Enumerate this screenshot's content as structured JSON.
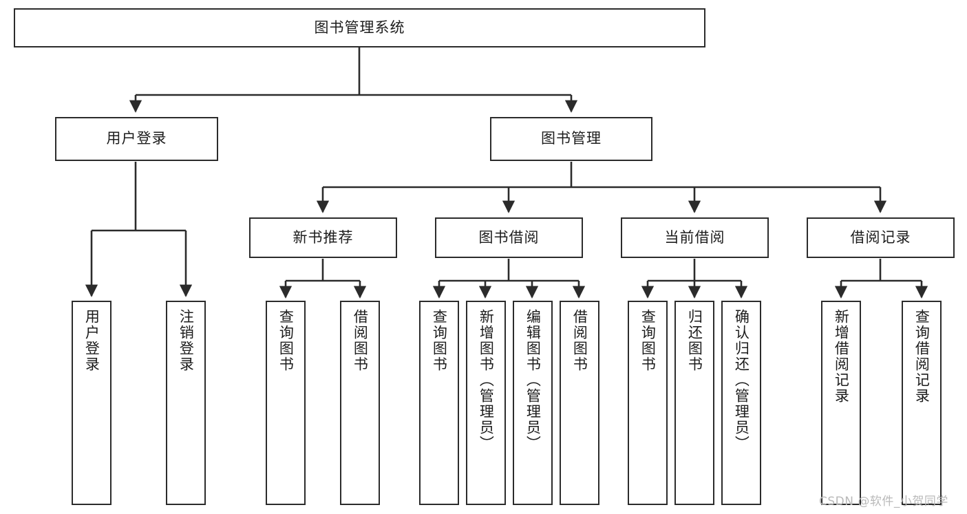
{
  "diagram": {
    "title": "图书管理系统",
    "type": "tree-structure-chart",
    "watermark": "CSDN @软件_小贺同学",
    "colors": {
      "box_border": "#2b2b2b",
      "box_fill": "#ffffff",
      "connector": "#2b2b2b",
      "text": "#1c1c1c",
      "background": "#ffffff",
      "watermark": "#b9b9b9"
    },
    "nodes": {
      "root": {
        "label": "图书管理系统"
      },
      "level2": [
        {
          "label": "用户登录"
        },
        {
          "label": "图书管理"
        }
      ],
      "level3": [
        {
          "label": "新书推荐"
        },
        {
          "label": "图书借阅"
        },
        {
          "label": "当前借阅"
        },
        {
          "label": "借阅记录"
        }
      ],
      "leaves": {
        "user_login": [
          {
            "label": "用户登录"
          },
          {
            "label": "注销登录"
          }
        ],
        "new_book_recommend": [
          {
            "label": "查询图书"
          },
          {
            "label": "借阅图书"
          }
        ],
        "book_borrow": [
          {
            "label": "查询图书"
          },
          {
            "label": "新增图书（管理员）"
          },
          {
            "label": "编辑图书（管理员）"
          },
          {
            "label": "借阅图书"
          }
        ],
        "current_borrow": [
          {
            "label": "查询图书"
          },
          {
            "label": "归还图书"
          },
          {
            "label": "确认归还（管理员）"
          }
        ],
        "borrow_record": [
          {
            "label": "新增借阅记录"
          },
          {
            "label": "查询借阅记录"
          }
        ]
      }
    }
  }
}
